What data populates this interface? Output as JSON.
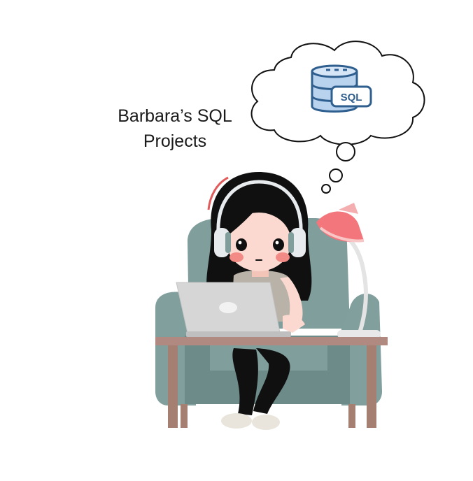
{
  "title": {
    "line1": "Barbara’s SQL",
    "line2": "Projects"
  },
  "database_icon": {
    "label": "SQL",
    "icon": "database-icon"
  },
  "colors": {
    "chair": "#7f9e9c",
    "chair_dark": "#6d8b89",
    "desk": "#b08a80",
    "hair": "#101010",
    "skin": "#fbd9d0",
    "lamp_shade": "#f3767c",
    "headphones": "#e7ebee",
    "laptop": "#d6d6d6",
    "icon_blue": "#2f5f8f",
    "icon_fill": "#b9d3ef"
  }
}
